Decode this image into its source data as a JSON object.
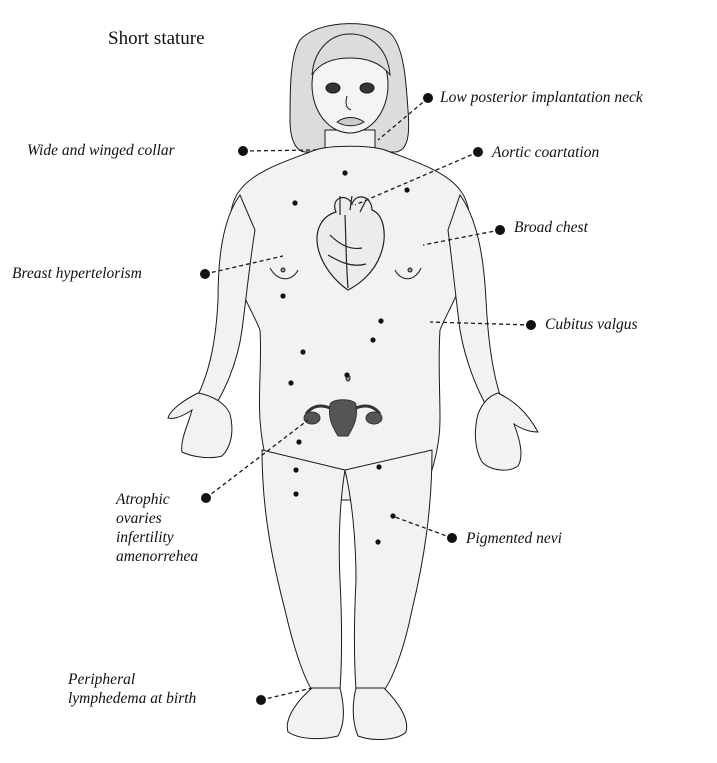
{
  "title": "Short stature",
  "labels": {
    "neck": "Low posterior implantation neck",
    "collar": "Wide and winged collar",
    "aortic": "Aortic coartation",
    "chest": "Broad chest",
    "breast": "Breast hypertelorism",
    "cubitus": "Cubitus valgus",
    "ovaries": "Atrophic\novaries\ninfertility\namenorrehea",
    "nevi": "Pigmented nevi",
    "lymph": "Peripheral\nlymphedema at birth"
  },
  "icons": {
    "figure": "human-figure-illustration",
    "heart": "heart-illustration",
    "uterus": "uterus-ovaries-illustration",
    "nevi": "pigmented-nevi-dots"
  },
  "colors": {
    "line": "#1a1a1a",
    "skin": "#f0f0f0",
    "organ": "#555555",
    "hair": "#d8d8d8"
  }
}
